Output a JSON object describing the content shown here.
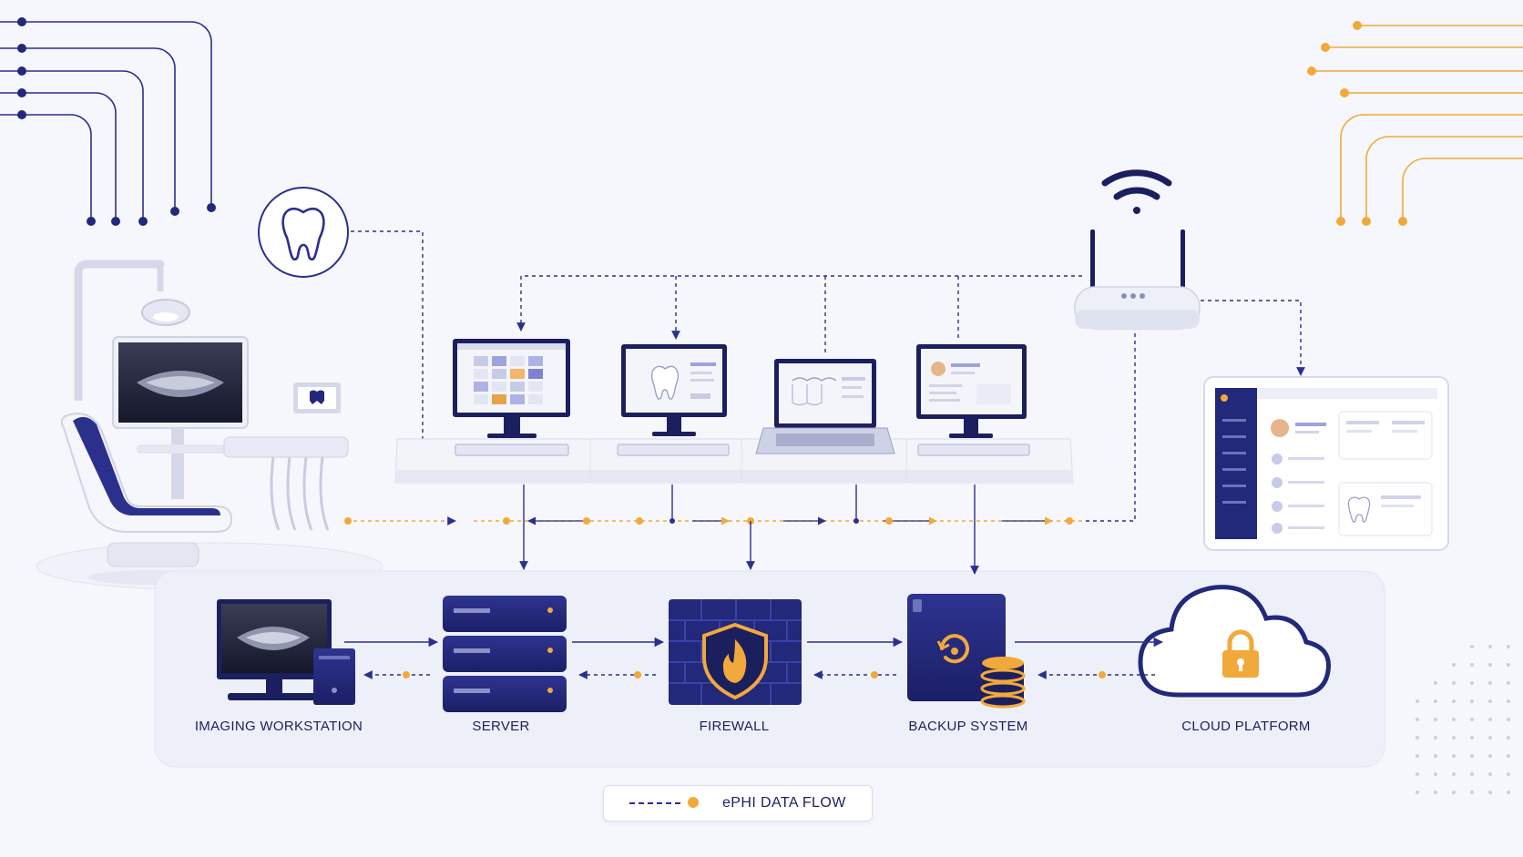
{
  "nodes": [
    {
      "key": "imaging",
      "label": "IMAGING WORKSTATION"
    },
    {
      "key": "server",
      "label": "SERVER"
    },
    {
      "key": "firewall",
      "label": "FIREWALL"
    },
    {
      "key": "backup",
      "label": "BACKUP SYSTEM"
    },
    {
      "key": "cloud",
      "label": "CLOUD PLATFORM"
    }
  ],
  "legend": {
    "label": "ePHI DATA FLOW"
  },
  "colors": {
    "navy": "#22287a",
    "navy_dark": "#1c1f5e",
    "line": "#2b2f8f",
    "accent": "#f2a93b",
    "panel": "#eef0f9",
    "device_light": "#e9ecf7"
  },
  "icons": [
    "tooth-icon",
    "wifi-icon",
    "router-icon",
    "server-icon",
    "firewall-icon",
    "flame-shield-icon",
    "backup-safe-icon",
    "database-icon",
    "cloud-icon",
    "lock-icon",
    "dental-chair-icon",
    "monitor-icon",
    "laptop-icon",
    "tablet-icon"
  ]
}
